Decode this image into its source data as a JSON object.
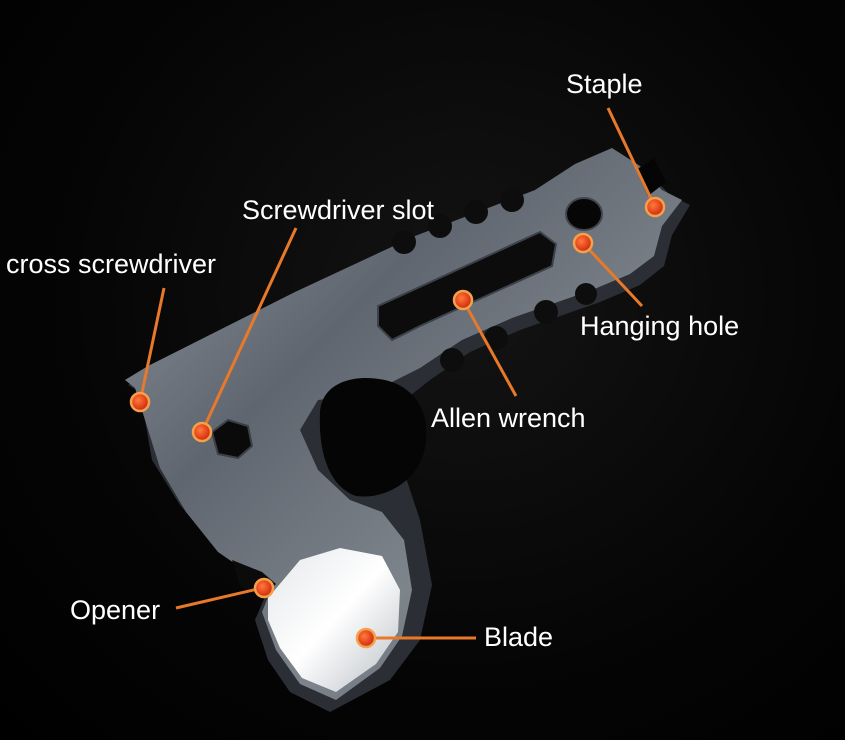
{
  "labels": {
    "staple": "Staple",
    "screwdriver_slot": "Screwdriver slot",
    "cross_screwdriver": "cross screwdriver",
    "hanging_hole": "Hanging hole",
    "allen_wrench": "Allen wrench",
    "opener": "Opener",
    "blade": "Blade"
  },
  "colors": {
    "background": "#000000",
    "leader_line": "#e8792a",
    "marker_fill": "#e8451c",
    "marker_ring": "#f5a04a",
    "label_text": "#ffffff"
  }
}
